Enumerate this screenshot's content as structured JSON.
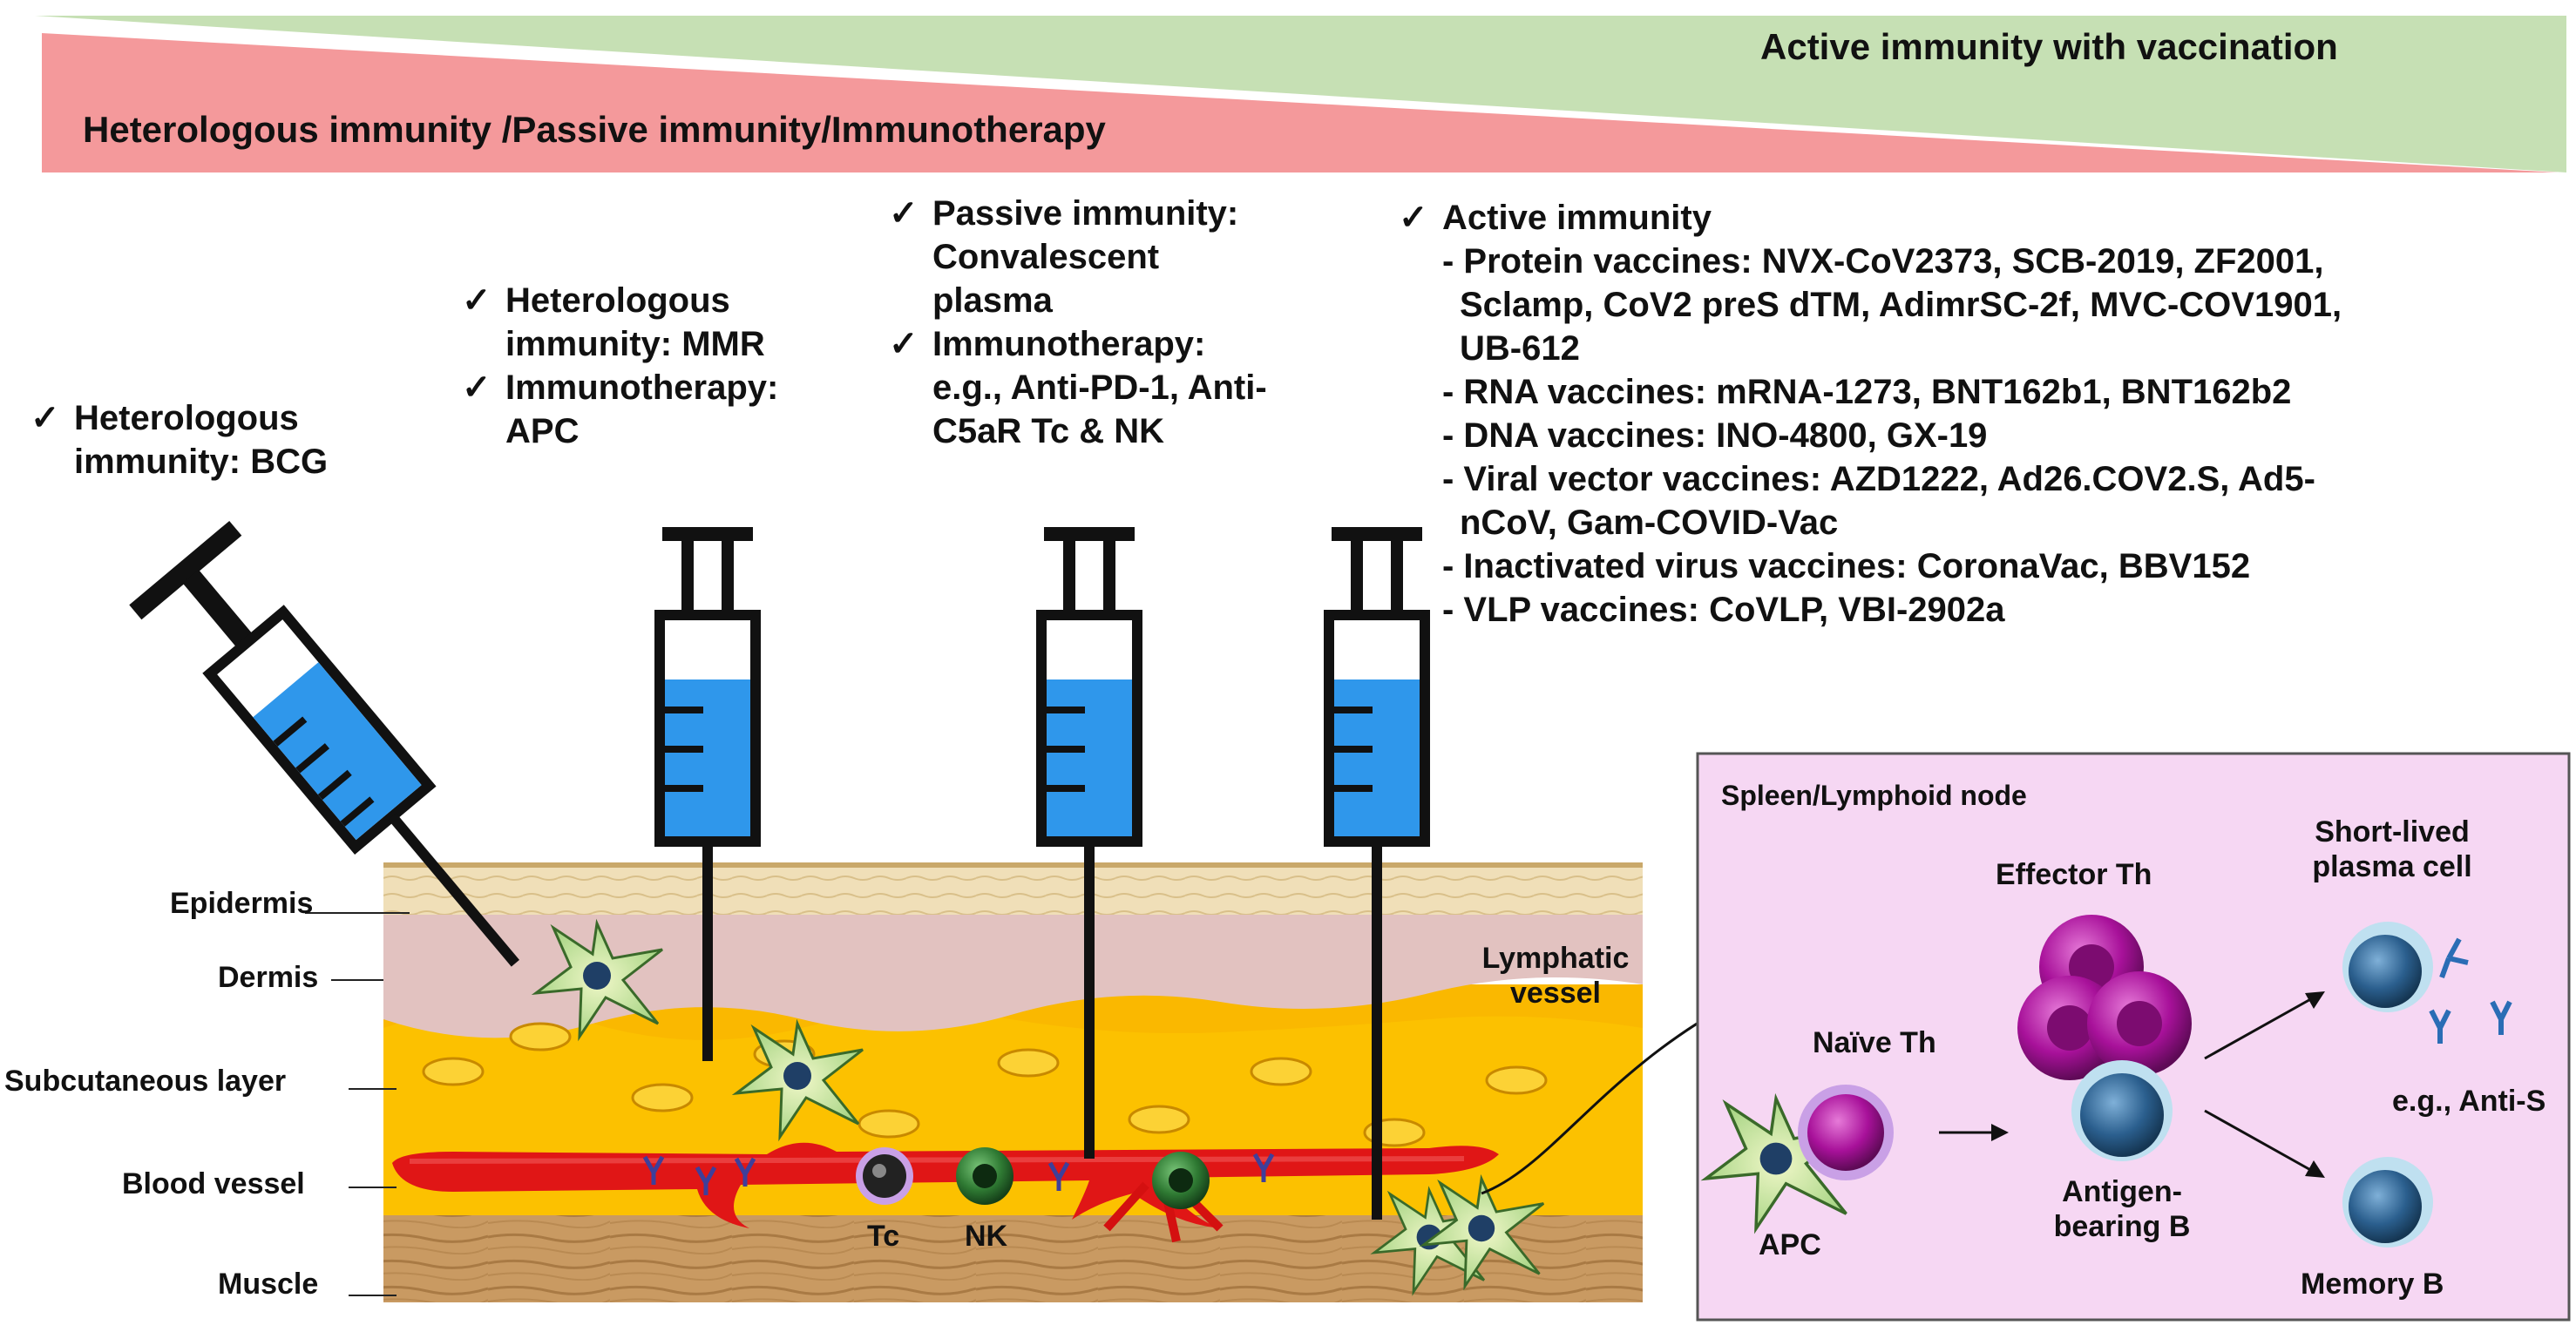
{
  "header": {
    "active_label": "Active immunity with vaccination",
    "passive_label": "Heterologous immunity /Passive immunity/Immunotherapy"
  },
  "columns": {
    "col1": {
      "check": "✓",
      "line1": "Heterologous",
      "line2": "immunity: BCG"
    },
    "col2": {
      "check": "✓",
      "line1": "Heterologous",
      "line2": "immunity: MMR",
      "line3": "Immunotherapy:",
      "line4": "APC"
    },
    "col3": {
      "check": "✓",
      "line1": "Passive immunity:",
      "line2": "Convalescent",
      "line3": "plasma",
      "line4": "Immunotherapy:",
      "line5": "e.g., Anti-PD-1, Anti-",
      "line6": "C5aR Tc & NK"
    },
    "col4": {
      "check": "✓",
      "title": "Active immunity",
      "items": [
        "- Protein vaccines: NVX-CoV2373, SCB-2019, ZF2001,",
        "Sclamp, CoV2 preS dTM, AdimrSC-2f, MVC-COV1901,",
        "UB-612",
        "- RNA vaccines: mRNA-1273, BNT162b1, BNT162b2",
        "- DNA vaccines: INO-4800, GX-19",
        "- Viral vector vaccines: AZD1222, Ad26.COV2.S, Ad5-",
        "nCoV, Gam-COVID-Vac",
        "- Inactivated virus vaccines: CoronaVac, BBV152",
        "- VLP vaccines: CoVLP, VBI-2902a"
      ]
    }
  },
  "layers": {
    "epidermis": "Epidermis",
    "dermis": "Dermis",
    "subcutaneous": "Subcutaneous layer",
    "blood_vessel": "Blood vessel",
    "muscle": "Muscle"
  },
  "cells": {
    "tc": "Tc",
    "nk": "NK",
    "lymphatic_1": "Lymphatic",
    "lymphatic_2": "vessel"
  },
  "spleen": {
    "title": "Spleen/Lymphoid node",
    "naive_th": "Naïve Th",
    "apc": "APC",
    "effector_th": "Effector Th",
    "antigen_b_1": "Antigen-",
    "antigen_b_2": "bearing B",
    "short_lived_1": "Short-lived",
    "short_lived_2": "plasma cell",
    "anti_s": "e.g., Anti-S",
    "memory_b": "Memory B"
  },
  "colors": {
    "green_band": "#c6e0b4",
    "red_band": "#f4999b",
    "epidermis": "#f0dfb8",
    "dermis": "#e2c2c0",
    "subcutaneous": "#fcc100",
    "blood": "#ea1c1c",
    "muscle": "#c99a62",
    "spleen_panel": "#f6d7f3",
    "vaccine_fluid": "#2f97eb"
  }
}
